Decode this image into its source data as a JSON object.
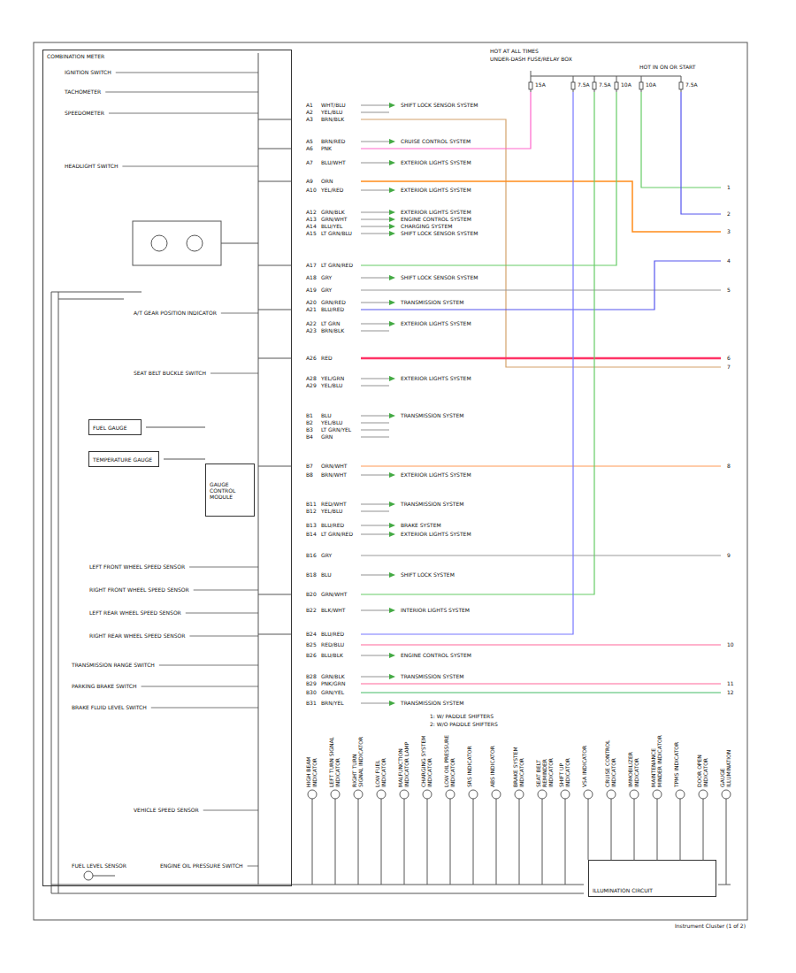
{
  "diagram": {
    "caption": "Instrument Cluster (1 of 2)",
    "nodes": [
      {
        "text": [
          "COMBINATION METER"
        ]
      },
      {
        "text": [
          "FUEL GAUGE"
        ],
        "in": 0
      },
      {
        "text": [
          "TEMPERATURE GAUGE"
        ],
        "in": 0
      },
      {
        "text": [
          "GAUGE CONTROL MODULE"
        ],
        "in": 0
      },
      {
        "text": [
          "ILLUMINATION CIRCUIT"
        ]
      }
    ],
    "labels": [
      "A1",
      "WHT/BLU",
      "SHIFT LOCK SENSOR SYSTEM",
      "A2",
      "YEL/BLU",
      "A3",
      "BRN/BLK",
      "A5",
      "BRN/RED",
      "CRUISE CONTROL SYSTEM",
      "A6",
      "PNK",
      "A7",
      "BLU/WHT",
      "EXTERIOR LIGHTS SYSTEM",
      "A9",
      "ORN",
      "A10",
      "YEL/RED",
      "EXTERIOR LIGHTS SYSTEM",
      "A12",
      "GRN/BLK",
      "EXTERIOR LIGHTS SYSTEM",
      "A13",
      "GRN/WHT",
      "ENGINE CONTROL SYSTEM",
      "A14",
      "BLU/YEL",
      "CHARGING SYSTEM",
      "A15",
      "LT GRN/BLU",
      "SHIFT LOCK SENSOR SYSTEM",
      "A17",
      "LT GRN/RED",
      "A18",
      "GRY",
      "SHIFT LOCK SENSOR SYSTEM",
      "A19",
      "GRY",
      "A20",
      "GRN/RED",
      "TRANSMISSION SYSTEM",
      "A21",
      "BLU/RED",
      "A22",
      "LT GRN",
      "EXTERIOR LIGHTS SYSTEM",
      "A23",
      "BRN/BLK",
      "A26",
      "RED",
      "A28",
      "YEL/GRN",
      "EXTERIOR LIGHTS SYSTEM",
      "A29",
      "YEL/BLU",
      "B1",
      "BLU",
      "TRANSMISSION SYSTEM",
      "B2",
      "YEL/BLU",
      "B3",
      "LT GRN/YEL",
      "B4",
      "GRN",
      "B7",
      "ORN/WHT",
      "B8",
      "BRN/WHT",
      "EXTERIOR LIGHTS SYSTEM",
      "B11",
      "RED/WHT",
      "TRANSMISSION SYSTEM",
      "B12",
      "YEL/BLU",
      "B13",
      "BLU/RED",
      "BRAKE SYSTEM",
      "B14",
      "LT GRN/RED",
      "EXTERIOR LIGHTS SYSTEM",
      "B16",
      "GRY",
      "B18",
      "BLU",
      "SHIFT LOCK SYSTEM",
      "B20",
      "GRN/WHT",
      "B22",
      "BLK/WHT",
      "INTERIOR LIGHTS SYSTEM",
      "B24",
      "BLU/RED",
      "B25",
      "RED/BLU",
      "B26",
      "BLU/BLK",
      "ENGINE CONTROL SYSTEM",
      "B28",
      "GRN/BLK",
      "TRANSMISSION SYSTEM",
      "B29",
      "PNK/GRN",
      "B30",
      "GRN/YEL",
      "B31",
      "BRN/YEL",
      "TRANSMISSION SYSTEM",
      "1",
      "2",
      "3",
      "4",
      "5",
      "6",
      "7",
      "8",
      "9",
      "10",
      "11",
      "12",
      "HOT AT ALL TIMES",
      "UNDER-DASH FUSE/RELAY BOX",
      "HOT IN ON OR START",
      "15A",
      "7.5A",
      "7.5A",
      "10A",
      "10A",
      "7.5A",
      "IGNITION SWITCH",
      "TACHOMETER",
      "SPEEDOMETER",
      "HEADLIGHT SWITCH",
      "A/T GEAR POSITION INDICATOR",
      "SEAT BELT BUCKLE SWITCH",
      "LEFT FRONT WHEEL SPEED SENSOR",
      "RIGHT FRONT WHEEL SPEED SENSOR",
      "LEFT REAR WHEEL SPEED SENSOR",
      "RIGHT REAR WHEEL SPEED SENSOR",
      "TRANSMISSION RANGE SWITCH",
      "PARKING BRAKE SWITCH",
      "BRAKE FLUID LEVEL SWITCH",
      "VEHICLE SPEED SENSOR",
      "FUEL LEVEL SENSOR",
      "ENGINE OIL PRESSURE SWITCH",
      "1: W/ PADDLE SHIFTERS",
      "2: W/O PADDLE SHIFTERS",
      "HIGH BEAM INDICATOR",
      "LEFT TURN SIGNAL INDICATOR",
      "RIGHT TURN SIGNAL INDICATOR",
      "LOW FUEL INDICATOR",
      "MALFUNCTION INDICATOR LAMP",
      "CHARGING SYSTEM INDICATOR",
      "LOW OIL PRESSURE INDICATOR",
      "SRS INDICATOR",
      "ABS INDICATOR",
      "BRAKE SYSTEM INDICATOR",
      "SEAT BELT REMINDER INDICATOR",
      "SHIFT UP INDICATOR",
      "VSA INDICATOR",
      "CRUISE CONTROL INDICATOR",
      "IMMOBILIZER INDICATOR",
      "MAINTENANCE MINDER INDICATOR",
      "TPMS INDICATOR",
      "DOOR OPEN INDICATOR",
      "GAUGE ILLUMINATION"
    ]
  }
}
